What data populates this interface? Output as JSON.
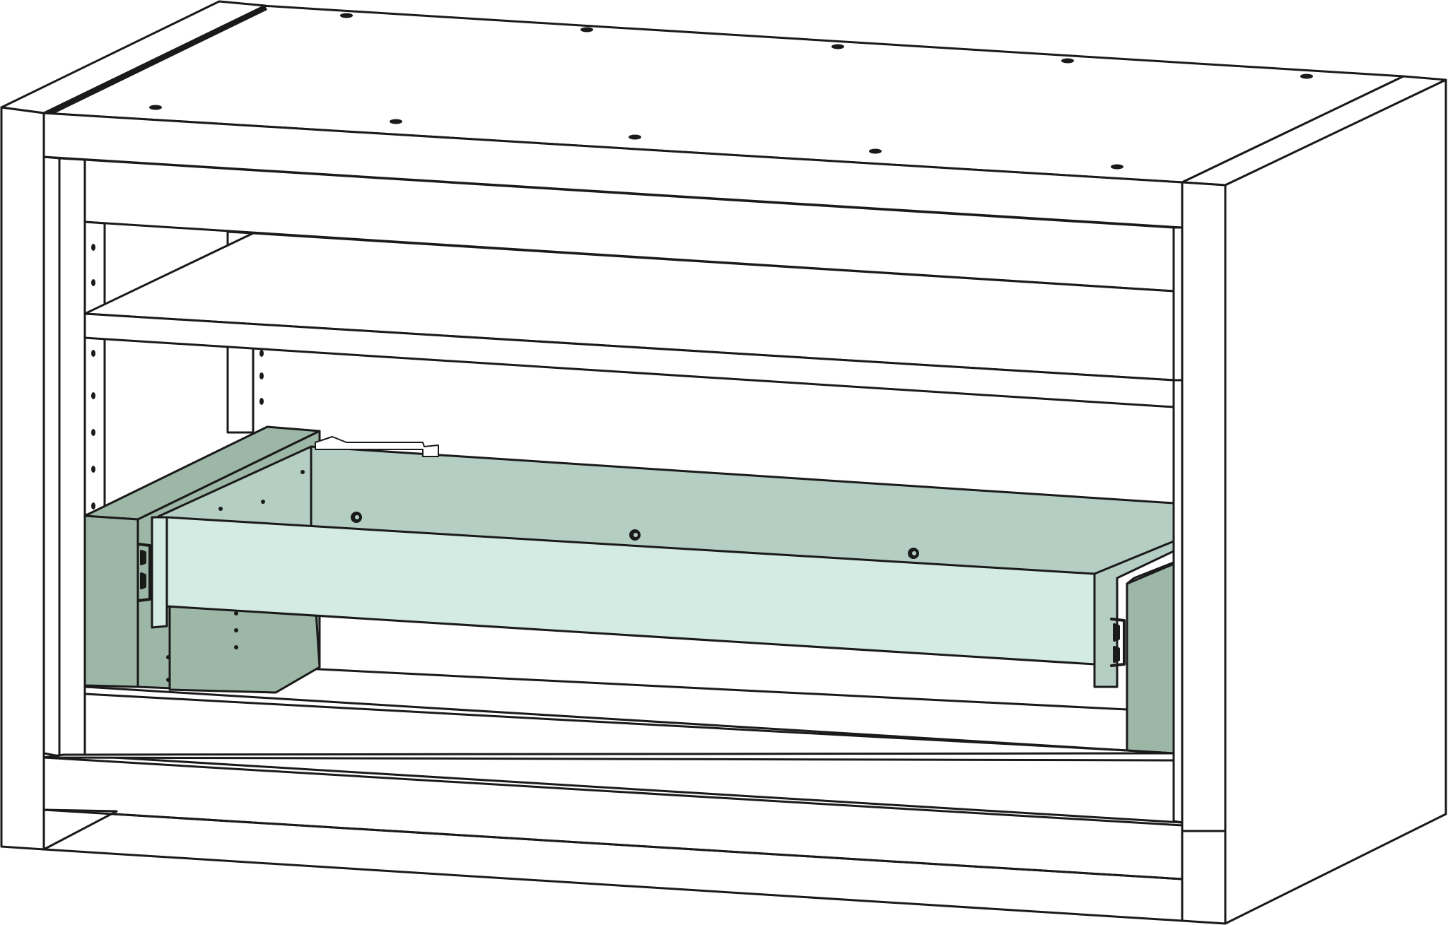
{
  "diagram": {
    "subject": "cabinet-with-pull-out-drawer",
    "labels": []
  },
  "colors": {
    "background": "#ffffff",
    "line": "#1a1a1a",
    "cabinet_fill": "#ffffff",
    "drawer_dark": "#9db7a7",
    "drawer_mid": "#b5cec4",
    "drawer_light": "#d4ebe4",
    "drawer_front": "#d4ebe4"
  },
  "parts": [
    {
      "id": "top-panel"
    },
    {
      "id": "left-side-panel"
    },
    {
      "id": "right-side-panel"
    },
    {
      "id": "front-top-rail"
    },
    {
      "id": "adjustable-shelf"
    },
    {
      "id": "bottom-rail"
    },
    {
      "id": "drawer-box"
    },
    {
      "id": "drawer-front"
    },
    {
      "id": "left-drawer-slide"
    },
    {
      "id": "right-drawer-slide"
    },
    {
      "id": "shelf-pin-holes"
    }
  ]
}
